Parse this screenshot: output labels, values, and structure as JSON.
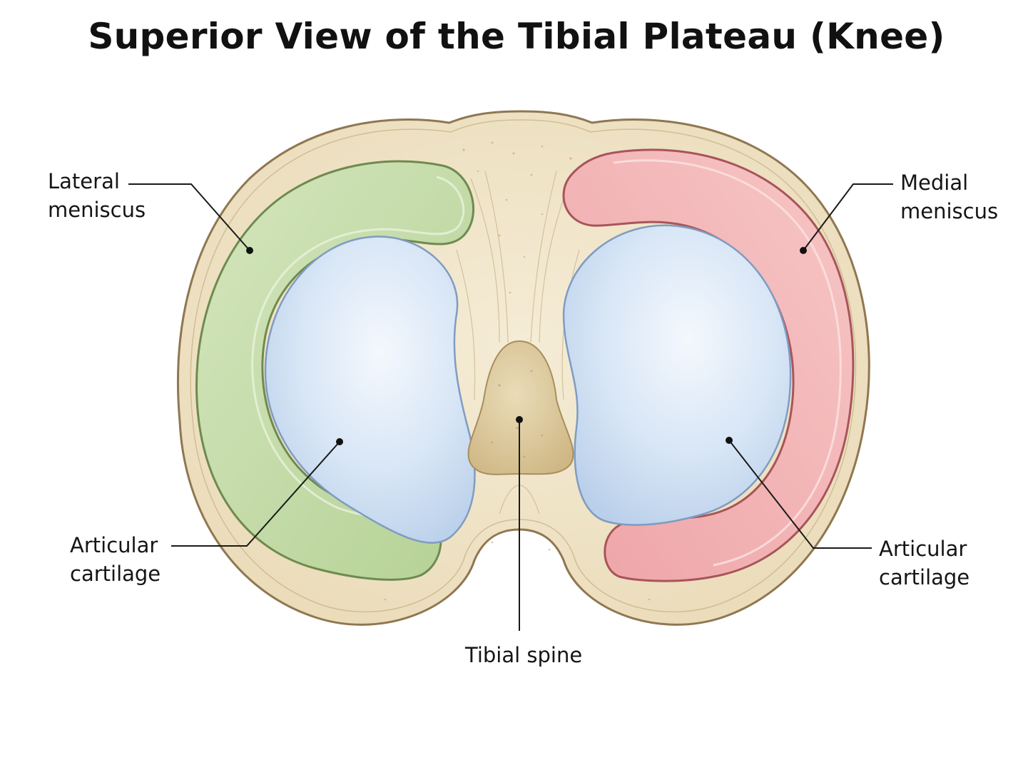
{
  "title": "Superior View of the Tibial Plateau (Knee)",
  "labels": {
    "lateral_meniscus": [
      "Lateral",
      "meniscus"
    ],
    "medial_meniscus": [
      "Medial",
      "meniscus"
    ],
    "articular_cartilage_left": [
      "Articular",
      "cartilage"
    ],
    "articular_cartilage_right": [
      "Articular",
      "cartilage"
    ],
    "tibial_spine": "Tibial spine"
  },
  "colors": {
    "bone": "#efe3c8",
    "bone_outline": "#9d8660",
    "lateral_meniscus": "#c6dcaa",
    "medial_meniscus": "#f2b6b8",
    "articular_cartilage": "#d3e3f5",
    "tibial_spine": "#e2cfa4",
    "leader_line": "#1a1a1a"
  }
}
